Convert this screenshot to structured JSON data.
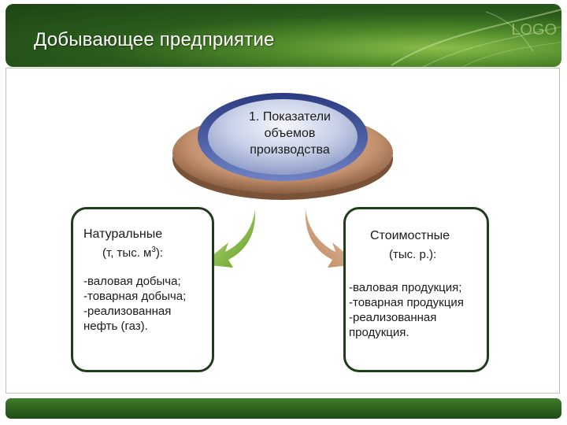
{
  "header": {
    "title": "Добывающее предприятие",
    "logo": "LOGO"
  },
  "center": {
    "label": "1. Показатели\nобъемов\nпроизводства"
  },
  "left_box": {
    "title": "Натуральные",
    "unit_prefix": "(т, тыс. м",
    "unit_sup": "3",
    "unit_suffix": "):",
    "items": "-валовая добыча;\n-товарная добыча;\n-реализованная\n нефть (газ)."
  },
  "right_box": {
    "title": "Стоимостные",
    "unit": "(тыс. р.):",
    "items": "-валовая продукция;\n-товарная продукция\n-реализованная\n продукция."
  },
  "colors": {
    "header_green": "#2b5c1c",
    "box_border": "#1e3d18",
    "disk_blue": "#4a5fa8",
    "disk_rim": "#b98a66",
    "arrow_left": "#8cc63f",
    "arrow_right": "#d4a07a"
  },
  "icons": {
    "left_arrow": "curved-arrow-green",
    "right_arrow": "curved-arrow-tan"
  }
}
